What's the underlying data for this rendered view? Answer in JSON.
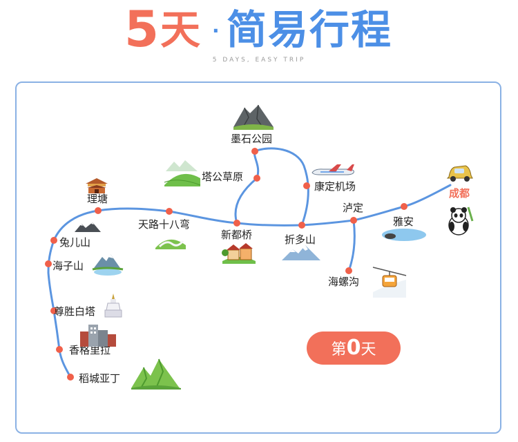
{
  "header": {
    "title_number": "5",
    "title_day": "天",
    "title_separator": "·",
    "title_main": "简易行程",
    "subtitle": "5 DAYS, EASY TRIP"
  },
  "badge": {
    "prefix": "第",
    "number": "0",
    "suffix": "天"
  },
  "places": {
    "chengdu": "成都",
    "yaan": "雅安",
    "luding": "泸定",
    "hailuogou": "海螺沟",
    "kangding_airport": "康定机场",
    "moshi_park": "墨石公园",
    "tagong": "塔公草原",
    "xinduqiao": "新都桥",
    "zheduoshan": "折多山",
    "tianlu18": "天路十八弯",
    "litang": "理塘",
    "tuershan": "兔儿山",
    "haizishan": "海子山",
    "zunsheng": "尊胜白塔",
    "shangrila": "香格里拉",
    "daocheng": "稻城亚丁"
  },
  "colors": {
    "route": "#5b95e0",
    "node": "#f0604a",
    "accent": "#f2705a",
    "blue": "#4c8fe6"
  },
  "icons": {
    "chengdu": "car-icon",
    "yaan": "panda-icon",
    "hailuogou": "cable-car-icon",
    "kangding_airport": "airplane-icon",
    "moshi_park": "rock-mountain-icon",
    "tagong": "grassland-icon",
    "xinduqiao": "village-icon",
    "zheduoshan": "snow-mountain-icon",
    "tianlu18": "road-hill-icon",
    "litang": "temple-icon",
    "tuershan": "peaks-icon",
    "haizishan": "lake-mountain-icon",
    "zunsheng": "stupa-icon",
    "shangrila": "city-icon",
    "daocheng": "green-mountain-icon"
  }
}
